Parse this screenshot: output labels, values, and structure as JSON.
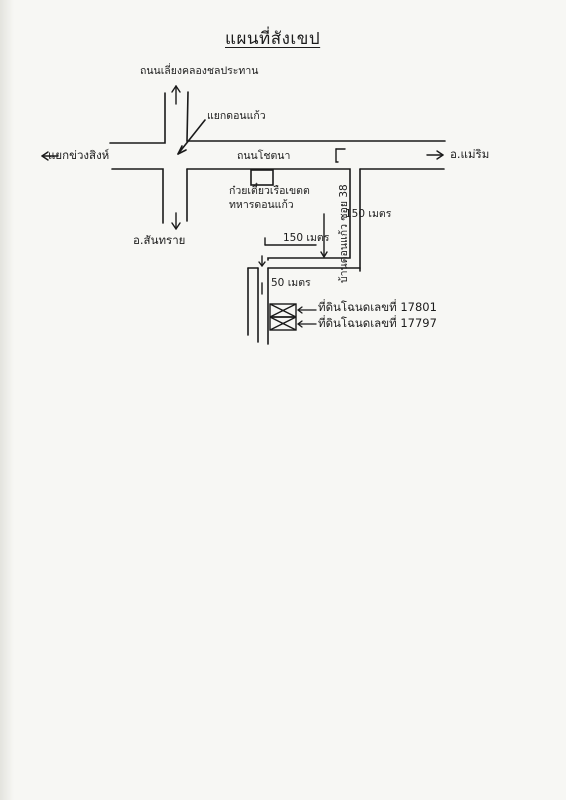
{
  "map": {
    "title": "แผนที่สังเขป",
    "labels": {
      "north_road": "ถนนเลี่ยงคลองชลประทาน",
      "junction": "แยกดอนแก้ว",
      "west": "แยกข่วงสิงห์",
      "east": "อ.แม่ริม",
      "south": "อ.สันทราย",
      "main_road": "ถนนโชตนา",
      "landmark_line1": "ก๋วยเตี๋ยวเรือเขตต",
      "landmark_line2": "ทหารดอนแก้ว",
      "soi": "บ้านดอนแก้ว ซอย 38",
      "dist_soi": "150 เมตร",
      "dist_branch": "150 เมตร",
      "dist_lane": "50 เมตร",
      "plot_1": "ที่ดินโฉนดเลขที่ 17801",
      "plot_2": "ที่ดินโฉนดเลขที่ 17797"
    }
  }
}
